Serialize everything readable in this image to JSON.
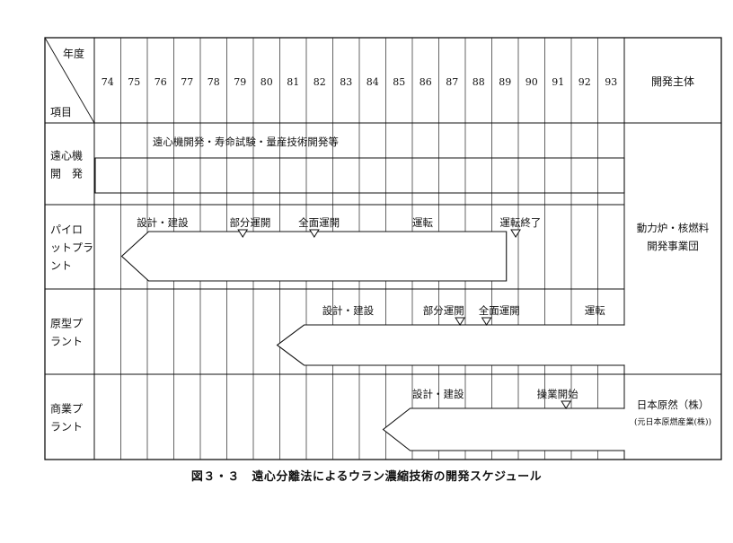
{
  "header": {
    "year_label": "年度",
    "item_label": "項目",
    "owner_label": "開発主体"
  },
  "years": [
    "74",
    "75",
    "76",
    "77",
    "78",
    "79",
    "80",
    "81",
    "82",
    "83",
    "84",
    "85",
    "86",
    "87",
    "88",
    "89",
    "90",
    "91",
    "92",
    "93"
  ],
  "rows": [
    {
      "label_lines": [
        "遠心機",
        "開　発"
      ],
      "annotations": [
        {
          "text": "遠心機開発・寿命試験・量産技術開発等",
          "year_pos": 2.2
        }
      ],
      "milestones": []
    },
    {
      "label_lines": [
        "パイロ",
        "ットプラ",
        "ント"
      ],
      "annotations": [
        {
          "text": "設計・建設",
          "year_pos": 1.6
        },
        {
          "text": "部分運開",
          "year_pos": 5.1
        },
        {
          "text": "全面運開",
          "year_pos": 7.7
        },
        {
          "text": "運転",
          "year_pos": 12.0
        },
        {
          "text": "運転終了",
          "year_pos": 15.3
        }
      ],
      "milestones": [
        5.6,
        8.3,
        15.9
      ]
    },
    {
      "label_lines": [
        "原型プ",
        "ラント"
      ],
      "annotations": [
        {
          "text": "設計・建設",
          "year_pos": 8.6
        },
        {
          "text": "部分運開",
          "year_pos": 12.4
        },
        {
          "text": "全面運開",
          "year_pos": 14.5
        },
        {
          "text": "運転",
          "year_pos": 18.5
        }
      ],
      "milestones": [
        13.8,
        14.8
      ]
    },
    {
      "label_lines": [
        "商業プ",
        "ラント"
      ],
      "annotations": [
        {
          "text": "設計・建設",
          "year_pos": 12.0
        },
        {
          "text": "操業開始",
          "year_pos": 16.7
        }
      ],
      "milestones": [
        17.8
      ]
    }
  ],
  "owners": [
    {
      "lines": [
        "動力炉・核燃料",
        "開発事業団"
      ],
      "small": ""
    },
    {
      "lines": [
        "日本原然（株）"
      ],
      "small": "(元日本原燃産業(株))"
    }
  ],
  "caption": "図３・３　遠心分離法によるウラン濃縮技術の開発スケジュール"
}
